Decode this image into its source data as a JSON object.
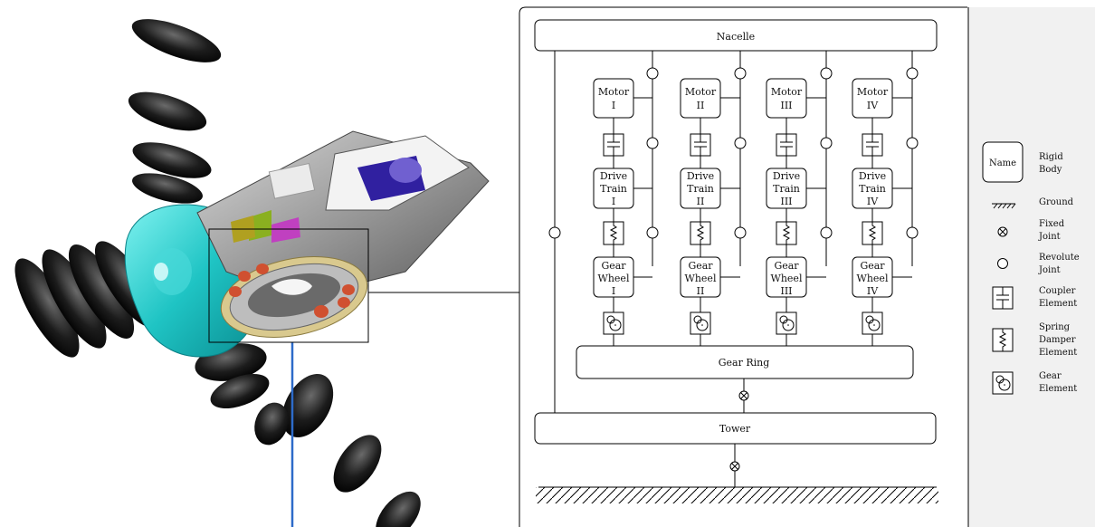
{
  "schematic": {
    "nacelle": "Nacelle",
    "motors": [
      {
        "line1": "Motor",
        "line2": "I"
      },
      {
        "line1": "Motor",
        "line2": "II"
      },
      {
        "line1": "Motor",
        "line2": "III"
      },
      {
        "line1": "Motor",
        "line2": "IV"
      }
    ],
    "drive_trains": [
      {
        "line1": "Drive",
        "line2": "Train",
        "line3": "I"
      },
      {
        "line1": "Drive",
        "line2": "Train",
        "line3": "II"
      },
      {
        "line1": "Drive",
        "line2": "Train",
        "line3": "III"
      },
      {
        "line1": "Drive",
        "line2": "Train",
        "line3": "IV"
      }
    ],
    "gear_wheels": [
      {
        "line1": "Gear",
        "line2": "Wheel",
        "line3": "I"
      },
      {
        "line1": "Gear",
        "line2": "Wheel",
        "line3": "II"
      },
      {
        "line1": "Gear",
        "line2": "Wheel",
        "line3": "III"
      },
      {
        "line1": "Gear",
        "line2": "Wheel",
        "line3": "IV"
      }
    ],
    "gear_ring": "Gear Ring",
    "tower": "Tower"
  },
  "legend": {
    "rigid_body_box": "Name",
    "rigid_body": {
      "line1": "Rigid",
      "line2": "Body"
    },
    "ground": "Ground",
    "fixed_joint": {
      "line1": "Fixed",
      "line2": "Joint"
    },
    "revolute_joint": {
      "line1": "Revolute",
      "line2": "Joint"
    },
    "coupler": {
      "line1": "Coupler",
      "line2": "Element"
    },
    "spring_damper": {
      "line1": "Spring",
      "line2": "Damper",
      "line3": "Element"
    },
    "gear": {
      "line1": "Gear",
      "line2": "Element"
    }
  }
}
